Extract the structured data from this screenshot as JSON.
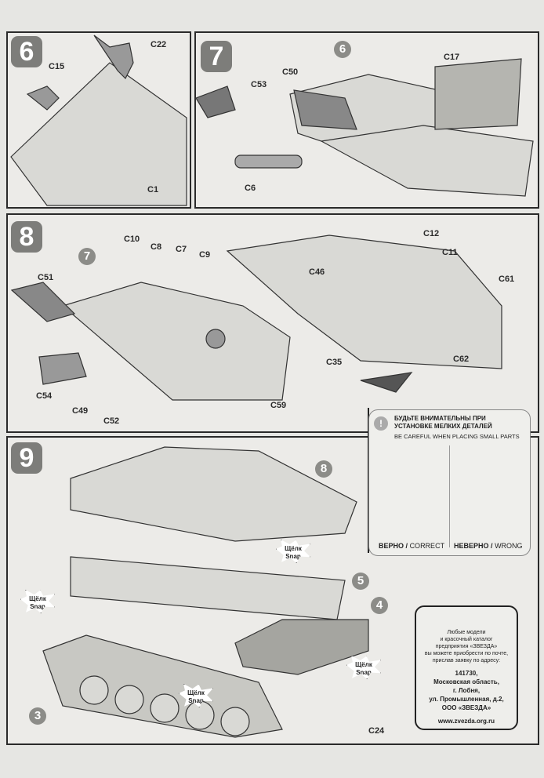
{
  "steps": [
    {
      "number": "6",
      "parts": [
        "C22",
        "C15",
        "C1"
      ]
    },
    {
      "number": "7",
      "subassembly": "6",
      "parts": [
        "C53",
        "C50",
        "C17",
        "C6"
      ]
    },
    {
      "number": "8",
      "subassembly": "7",
      "parts": [
        "C10",
        "C8",
        "C7",
        "C9",
        "C12",
        "C11",
        "C46",
        "C61",
        "C51",
        "C35",
        "C62",
        "C54",
        "C49",
        "C52",
        "C59"
      ]
    },
    {
      "number": "9",
      "subassemblies": [
        "8",
        "5",
        "4",
        "3"
      ],
      "parts": [
        "C24"
      ],
      "snap_label": "Щёлк",
      "snap_label_en": "Snap"
    }
  ],
  "caution": {
    "icon": "exclamation-icon",
    "title_ru": "БУДЬТЕ ВНИМАТЕЛЬНЫ ПРИ УСТАНОВКЕ МЕЛКИХ ДЕТАЛЕЙ",
    "title_en": "BE CAREFUL WHEN PLACING SMALL PARTS",
    "correct_ru": "ВЕРНО",
    "correct_en": "CORRECT",
    "wrong_ru": "НЕВЕРНО",
    "wrong_en": "WRONG",
    "separator": "/"
  },
  "info": {
    "lines": [
      "Любые модели",
      "и красочный каталог",
      "предприятия «ЗВЕЗДА»",
      "вы можете приобрести по почте,",
      "прислав заявку по адресу:"
    ],
    "address": [
      "141730,",
      "Московская область,",
      "г. Лобня,",
      "ул. Промышленная, д.2,",
      "ООО «ЗВЕЗДА»"
    ],
    "website": "www.zvezda.org.ru"
  }
}
